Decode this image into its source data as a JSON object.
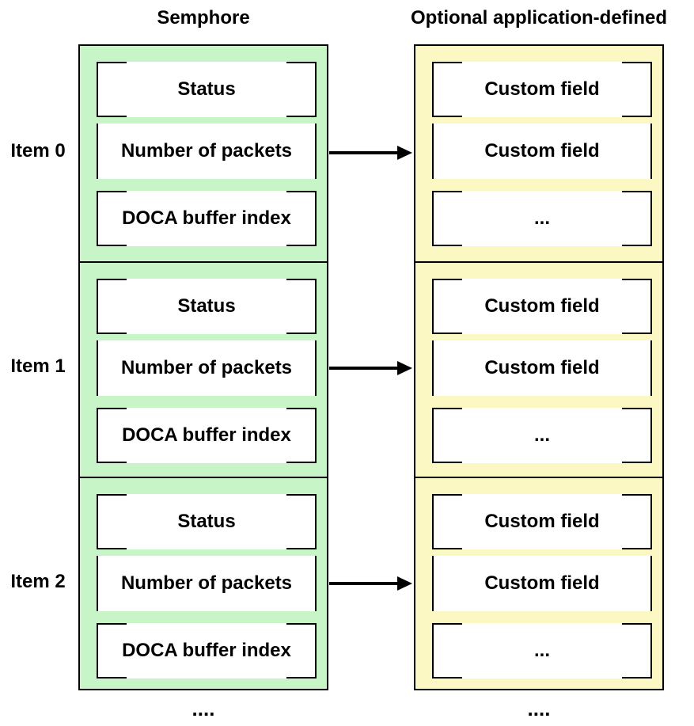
{
  "headers": {
    "left": "Semphore",
    "right": "Optional application-defined"
  },
  "items": [
    {
      "label": "Item 0",
      "semaphore_fields": [
        "Status",
        "Number of packets",
        "DOCA buffer index"
      ],
      "app_fields": [
        "Custom field",
        "Custom field",
        "..."
      ]
    },
    {
      "label": "Item 1",
      "semaphore_fields": [
        "Status",
        "Number of packets",
        "DOCA buffer index"
      ],
      "app_fields": [
        "Custom field",
        "Custom field",
        "..."
      ]
    },
    {
      "label": "Item 2",
      "semaphore_fields": [
        "Status",
        "Number of packets",
        "DOCA buffer index"
      ],
      "app_fields": [
        "Custom field",
        "Custom field",
        "..."
      ]
    }
  ],
  "continuation": {
    "left": "....",
    "right": "...."
  },
  "colors": {
    "semaphore_fill": "#c8f5c8",
    "app_fill": "#fbf8c4",
    "stroke": "#000000"
  }
}
